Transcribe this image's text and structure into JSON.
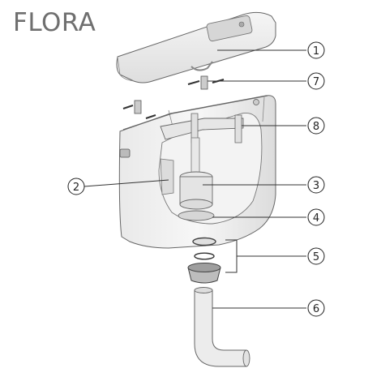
{
  "title": "FLORA",
  "callouts": [
    {
      "id": "1",
      "label": "1"
    },
    {
      "id": "2",
      "label": "2"
    },
    {
      "id": "3",
      "label": "3"
    },
    {
      "id": "4",
      "label": "4"
    },
    {
      "id": "5",
      "label": "5"
    },
    {
      "id": "6",
      "label": "6"
    },
    {
      "id": "7",
      "label": "7"
    },
    {
      "id": "8",
      "label": "8"
    }
  ]
}
